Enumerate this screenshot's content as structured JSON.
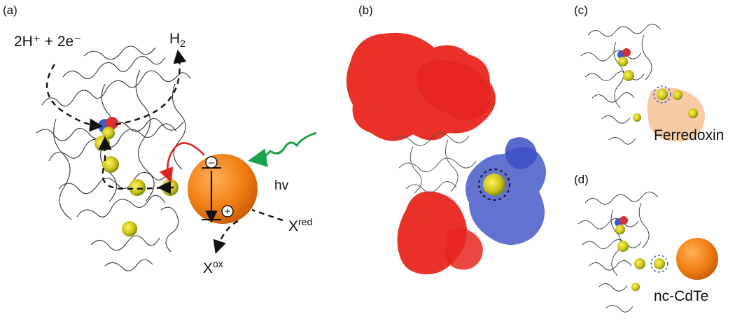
{
  "panels": {
    "a": {
      "label": "(a)",
      "reactant": "2H⁺ + 2e⁻",
      "product": "H",
      "product_sub": "2",
      "light": "hv",
      "electron_sign": "–",
      "hole_sign": "+",
      "reductant": "X",
      "reductant_sup": "red",
      "oxidant": "X",
      "oxidant_sup": "ox"
    },
    "b": {
      "label": "(b)"
    },
    "c": {
      "label": "(c)",
      "partner": "Ferredoxin"
    },
    "d": {
      "label": "(d)",
      "partner": "nc-CdTe"
    }
  },
  "colors": {
    "nanocrystal": "#f07f14",
    "electron_arrow": "#e02020",
    "photon": "#1aa24a",
    "negative_potential": "#e8261f",
    "positive_potential": "#3b4fc4",
    "ferredoxin": "#f5b985",
    "cluster": "#d8d020",
    "backbone": "#333333"
  },
  "icons": {
    "protein": "protein-backbone-icon",
    "cluster": "fes-cluster-icon",
    "nanocrystal": "nanocrystal-sphere-icon",
    "photon": "photon-wave-icon"
  }
}
